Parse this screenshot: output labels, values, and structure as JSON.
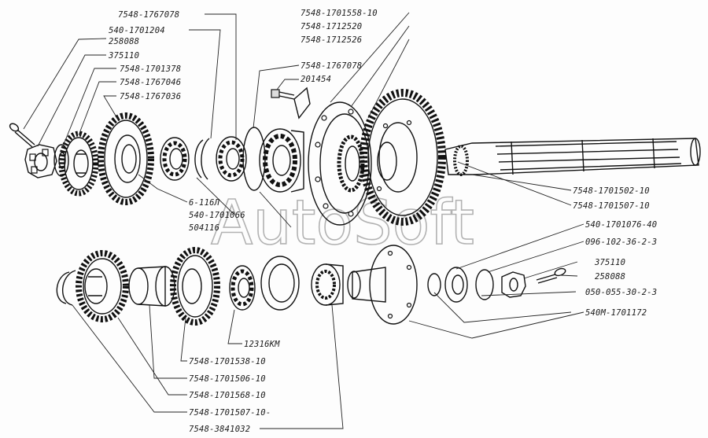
{
  "watermark": "AutoSoft",
  "upper_labels": {
    "l01": "7548-1767078",
    "l02": "540-1701204",
    "l03": "258088",
    "l04": "375110",
    "l05": "7548-1701378",
    "l06": "7548-1767046",
    "l07": "7548-1767036",
    "l08": "7548-1701558-10",
    "l09": "7548-1712520",
    "l10": "7548-1712526",
    "l11": "7548-1767078",
    "l12": "201454",
    "l13": "7548-1701502-10",
    "l14": "7548-1701507-10",
    "l15": "6-116Л",
    "l16": "540-1701066",
    "l17": "504116"
  },
  "right_labels": {
    "r1": "540-1701076-40",
    "r2": "096-102-36-2-3",
    "r3": "375110",
    "r4": "258088",
    "r5": "050-055-30-2-3",
    "r6": "540М-1701172"
  },
  "lower_labels": {
    "b1": "12316КМ",
    "b2": "7548-1701538-10",
    "b3": "7548-1701506-10",
    "b4": "7548-1701568-10",
    "b5": "7548-1701507-10-",
    "b6": "7548-3841032"
  }
}
